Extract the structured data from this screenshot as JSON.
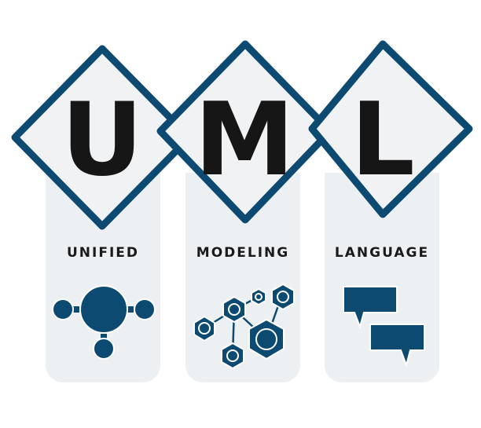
{
  "title": "UML",
  "colors": {
    "accent": "#0d4a72",
    "diamond_fill": "#f1f2f4",
    "card_fill": "#ecf0f2",
    "letter": "#161616"
  },
  "columns": [
    {
      "letter": "U",
      "word": "UNIFIED",
      "icon": "network-hub-icon"
    },
    {
      "letter": "M",
      "word": "MODELING",
      "icon": "molecule-nodes-icon"
    },
    {
      "letter": "L",
      "word": "LANGUAGE",
      "icon": "chat-bubbles-icon"
    }
  ]
}
